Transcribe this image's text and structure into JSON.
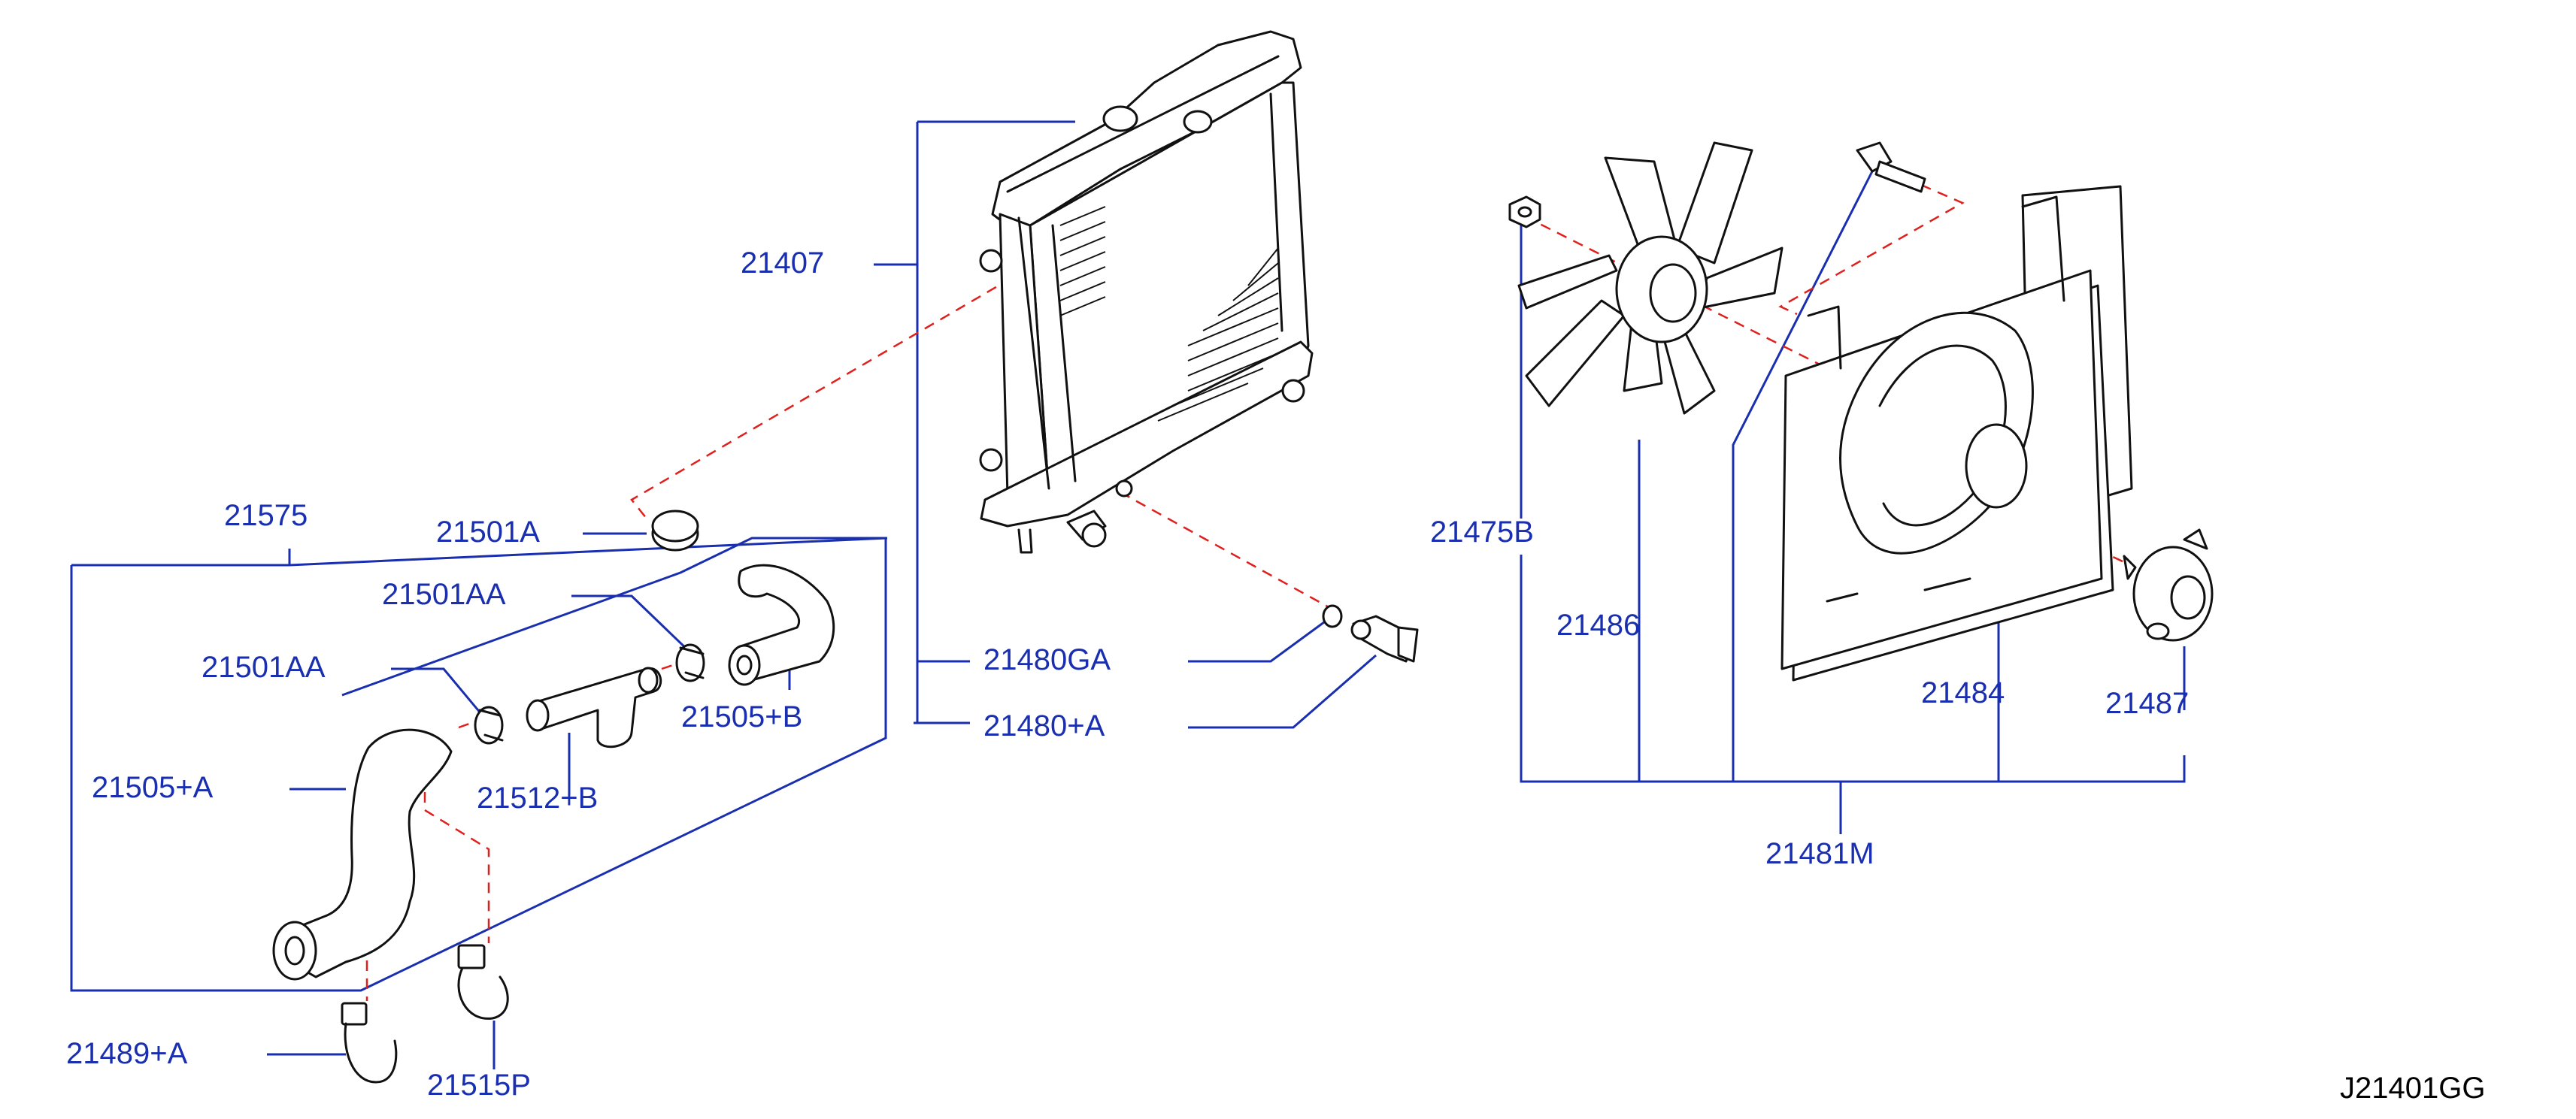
{
  "colors": {
    "leader": "#1a2fb0",
    "dash": "#e0201c",
    "label": "#1a2fb0",
    "drawing": "#111111",
    "background": "#ffffff",
    "ref": "#000000"
  },
  "labels": {
    "l21407": "21407",
    "l21575": "21575",
    "l21501A": "21501A",
    "l21501AA_top": "21501AA",
    "l21501AA_left": "21501AA",
    "l21505B": "21505+B",
    "l21505A": "21505+A",
    "l21512B": "21512+B",
    "l21480GA": "21480GA",
    "l21480A": "21480+A",
    "l21489A": "21489+A",
    "l21515P": "21515P",
    "l21475B": "21475B",
    "l21486": "21486",
    "l21484": "21484",
    "l21487": "21487",
    "l21481M": "21481M"
  },
  "reference": "J21401GG",
  "icons": [
    "radiator",
    "radiator-cap",
    "radiator-hose",
    "hose-clamp",
    "drain-cock",
    "fan-blade",
    "fan-shroud",
    "fan-motor",
    "bolt",
    "nut",
    "hose-clip"
  ]
}
